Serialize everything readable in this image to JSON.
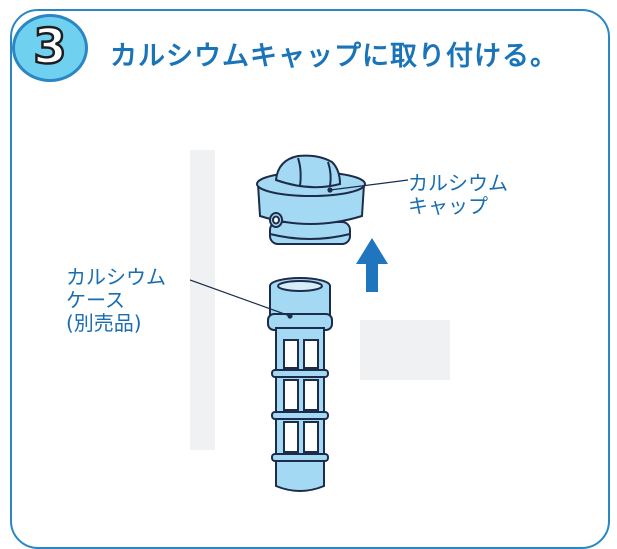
{
  "step": {
    "number": "3",
    "title": "カルシウムキャップに取り付ける。"
  },
  "labels": {
    "cap": "カルシウム\nキャップ",
    "case": "カルシウム\nケース\n(別売品)"
  },
  "colors": {
    "frame": "#2a87c4",
    "title": "#1a74b7",
    "label": "#1a6eaf",
    "circle_fill": "#6fd0ef",
    "part_fill": "#9fd7f2",
    "arrow": "#1f76bf"
  }
}
